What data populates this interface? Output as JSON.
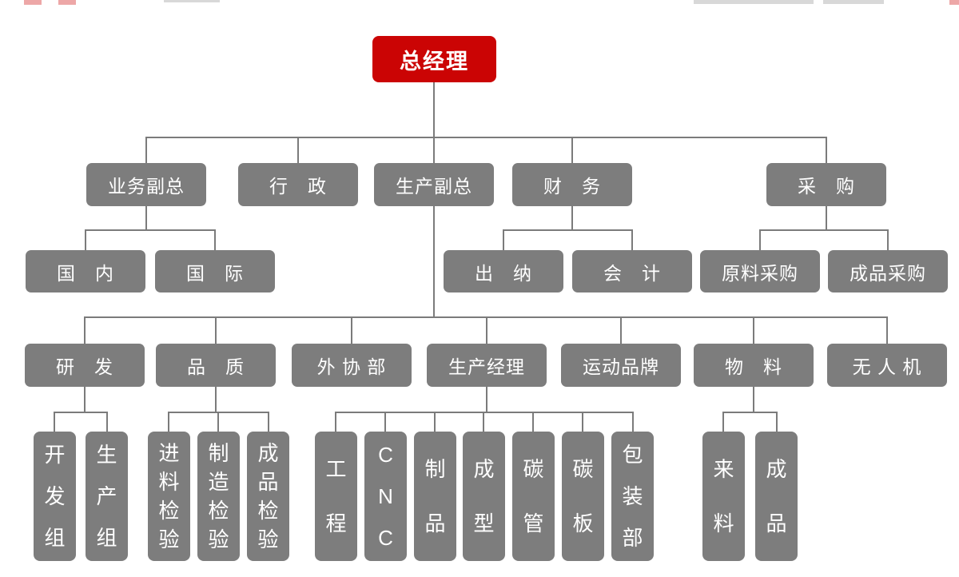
{
  "diagram": {
    "type": "org-chart",
    "title_visible": false
  },
  "colors": {
    "root_node_bg": "#cb0404",
    "node_bg": "#7d7d7d",
    "node_text": "#ffffff",
    "connector_line": "#7b7b7b",
    "background": "#ffffff"
  },
  "nodes": {
    "gm": "总经理",
    "biz_vp": "业务副总",
    "admin": "行　政",
    "prod_vp": "生产副总",
    "finance": "财　务",
    "purchasing": "采　购",
    "domestic": "国　内",
    "international": "国　际",
    "cashier": "出　纳",
    "accounting": "会　计",
    "raw_purchase": "原料采购",
    "finished_purchase": "成品采购",
    "rd": "研　发",
    "quality": "品　质",
    "outsourcing": "外 协 部",
    "prod_manager": "生产经理",
    "sports_brand": "运动品牌",
    "materials": "物　料",
    "drone": "无 人 机",
    "dev_group": "开发组",
    "prod_group": "生产组",
    "incoming_insp": "进料检验",
    "mfg_insp": "制造检验",
    "final_insp": "成品检验",
    "engineering": "工程",
    "cnc": "CNC",
    "products": "制品",
    "molding": "成型",
    "carbon_tube": "碳管",
    "carbon_plate": "碳板",
    "packaging": "包装部",
    "incoming_material": "来料",
    "finished_goods": "成品"
  },
  "hierarchy": {
    "gm": [
      "biz_vp",
      "admin",
      "prod_vp",
      "finance",
      "purchasing"
    ],
    "biz_vp": [
      "domestic",
      "international"
    ],
    "finance": [
      "cashier",
      "accounting"
    ],
    "purchasing": [
      "raw_purchase",
      "finished_purchase"
    ],
    "prod_vp": [
      "rd",
      "quality",
      "outsourcing",
      "prod_manager",
      "sports_brand",
      "materials",
      "drone"
    ],
    "rd": [
      "dev_group",
      "prod_group"
    ],
    "quality": [
      "incoming_insp",
      "mfg_insp",
      "final_insp"
    ],
    "prod_manager": [
      "engineering",
      "cnc",
      "products",
      "molding",
      "carbon_tube",
      "carbon_plate",
      "packaging"
    ],
    "materials": [
      "incoming_material",
      "finished_goods"
    ]
  }
}
